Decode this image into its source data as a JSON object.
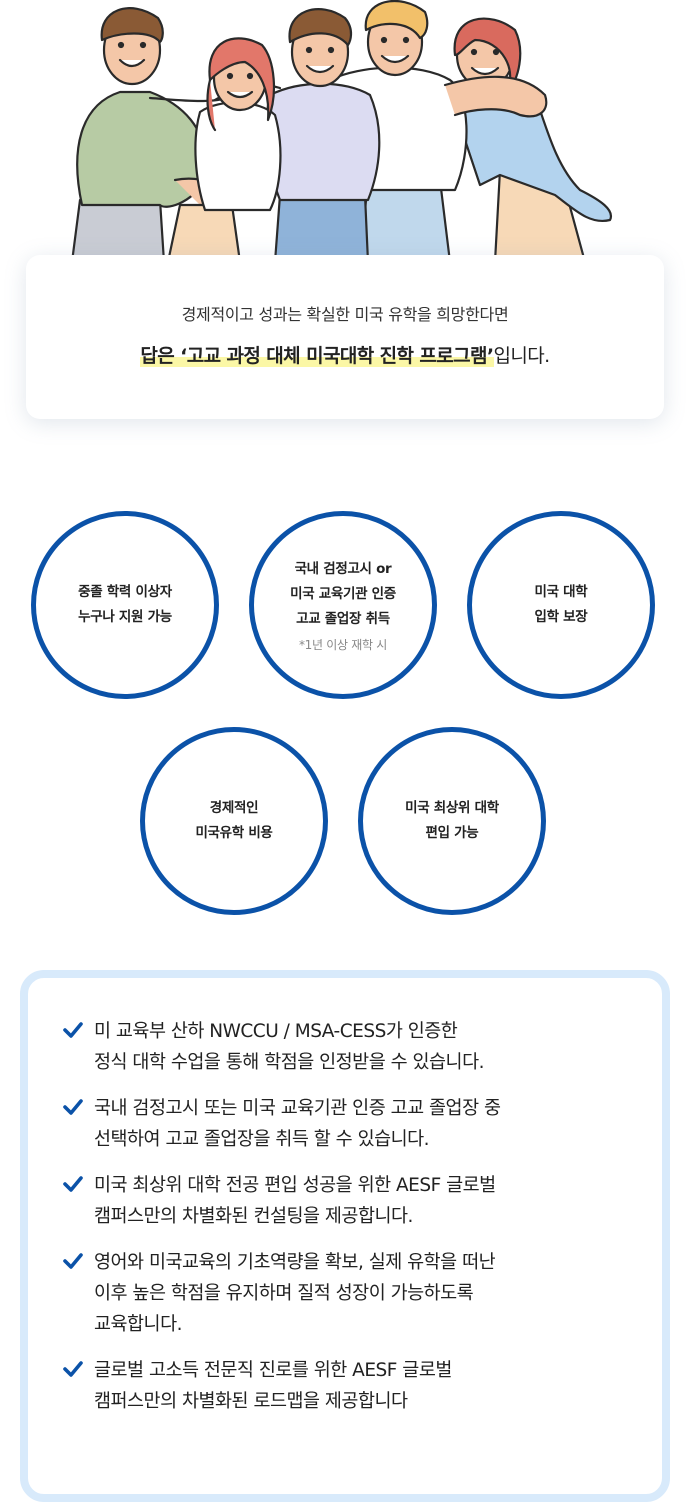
{
  "bubble": {
    "line1": "경제적이고 성과는 확실한 미국 유학을 희망한다면",
    "line2_highlight": "답은 ‘고교 과정 대체 미국대학 진학 프로그램’",
    "line2_suffix": "입니다."
  },
  "features": [
    {
      "text": "중졸 학력 이상자\n누구나 지원 가능",
      "note": ""
    },
    {
      "text": "국내 검정고시 or\n미국 교육기관 인증\n고교 졸업장 취득",
      "note": "*1년 이상 재학 시"
    },
    {
      "text": "미국 대학\n입학 보장",
      "note": ""
    },
    {
      "text": "경제적인\n미국유학 비용",
      "note": ""
    },
    {
      "text": "미국 최상위 대학\n편입 가능",
      "note": ""
    }
  ],
  "info_items": [
    "미 교육부 산하 NWCCU / MSA-CESS가 인증한\n정식 대학 수업을 통해 학점을 인정받을 수 있습니다.",
    "국내 검정고시 또는 미국 교육기관 인증 고교 졸업장 중\n선택하여 고교 졸업장을 취득 할 수 있습니다.",
    "미국 최상위 대학 전공 편입 성공을 위한 AESF 글로벌\n캠퍼스만의 차별화된 컨설팅을 제공합니다.",
    "영어와 미국교육의 기초역량을 확보, 실제 유학을 떠난\n이후 높은 학점을 유지하며 질적 성장이 가능하도록\n교육합니다.",
    "글로벌 고소득 전문직 진로를 위한 AESF 글로벌\n캠퍼스만의 차별화된 로드맵을 제공합니다"
  ],
  "colors": {
    "circle_border": "#0b52a8",
    "check": "#0b52a8",
    "box_border": "#d8eafb",
    "highlight": "#fbf7a6"
  },
  "icons": {
    "check": "check-icon"
  }
}
